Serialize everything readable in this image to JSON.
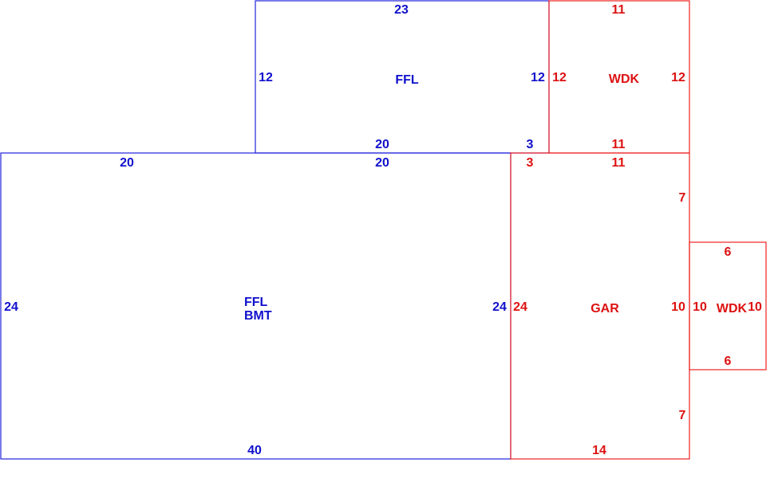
{
  "colors": {
    "main": "#1010cc",
    "addition": "#dd1111"
  },
  "areas": {
    "ffl_upper": {
      "label": "FFL",
      "dims": {
        "top": "23",
        "left": "12",
        "right": "12",
        "bottom_left": "20",
        "bottom_right": "3"
      }
    },
    "wdk_upper": {
      "label": "WDK",
      "dims": {
        "top": "11",
        "left": "12",
        "right": "12",
        "bottom": "11"
      }
    },
    "ffl_bmt": {
      "label_line1": "FFL",
      "label_line2": "BMT",
      "dims": {
        "top_left": "20",
        "top_right": "20",
        "left": "24",
        "right": "24",
        "bottom": "40"
      }
    },
    "gar": {
      "label": "GAR",
      "dims": {
        "top_left": "3",
        "top_right": "11",
        "left": "24",
        "right_upper": "7",
        "right_middle": "10",
        "right_lower": "7",
        "bottom": "14"
      }
    },
    "wdk_side": {
      "label": "WDK",
      "dims": {
        "top": "6",
        "left": "10",
        "right": "10",
        "bottom": "6"
      }
    }
  }
}
